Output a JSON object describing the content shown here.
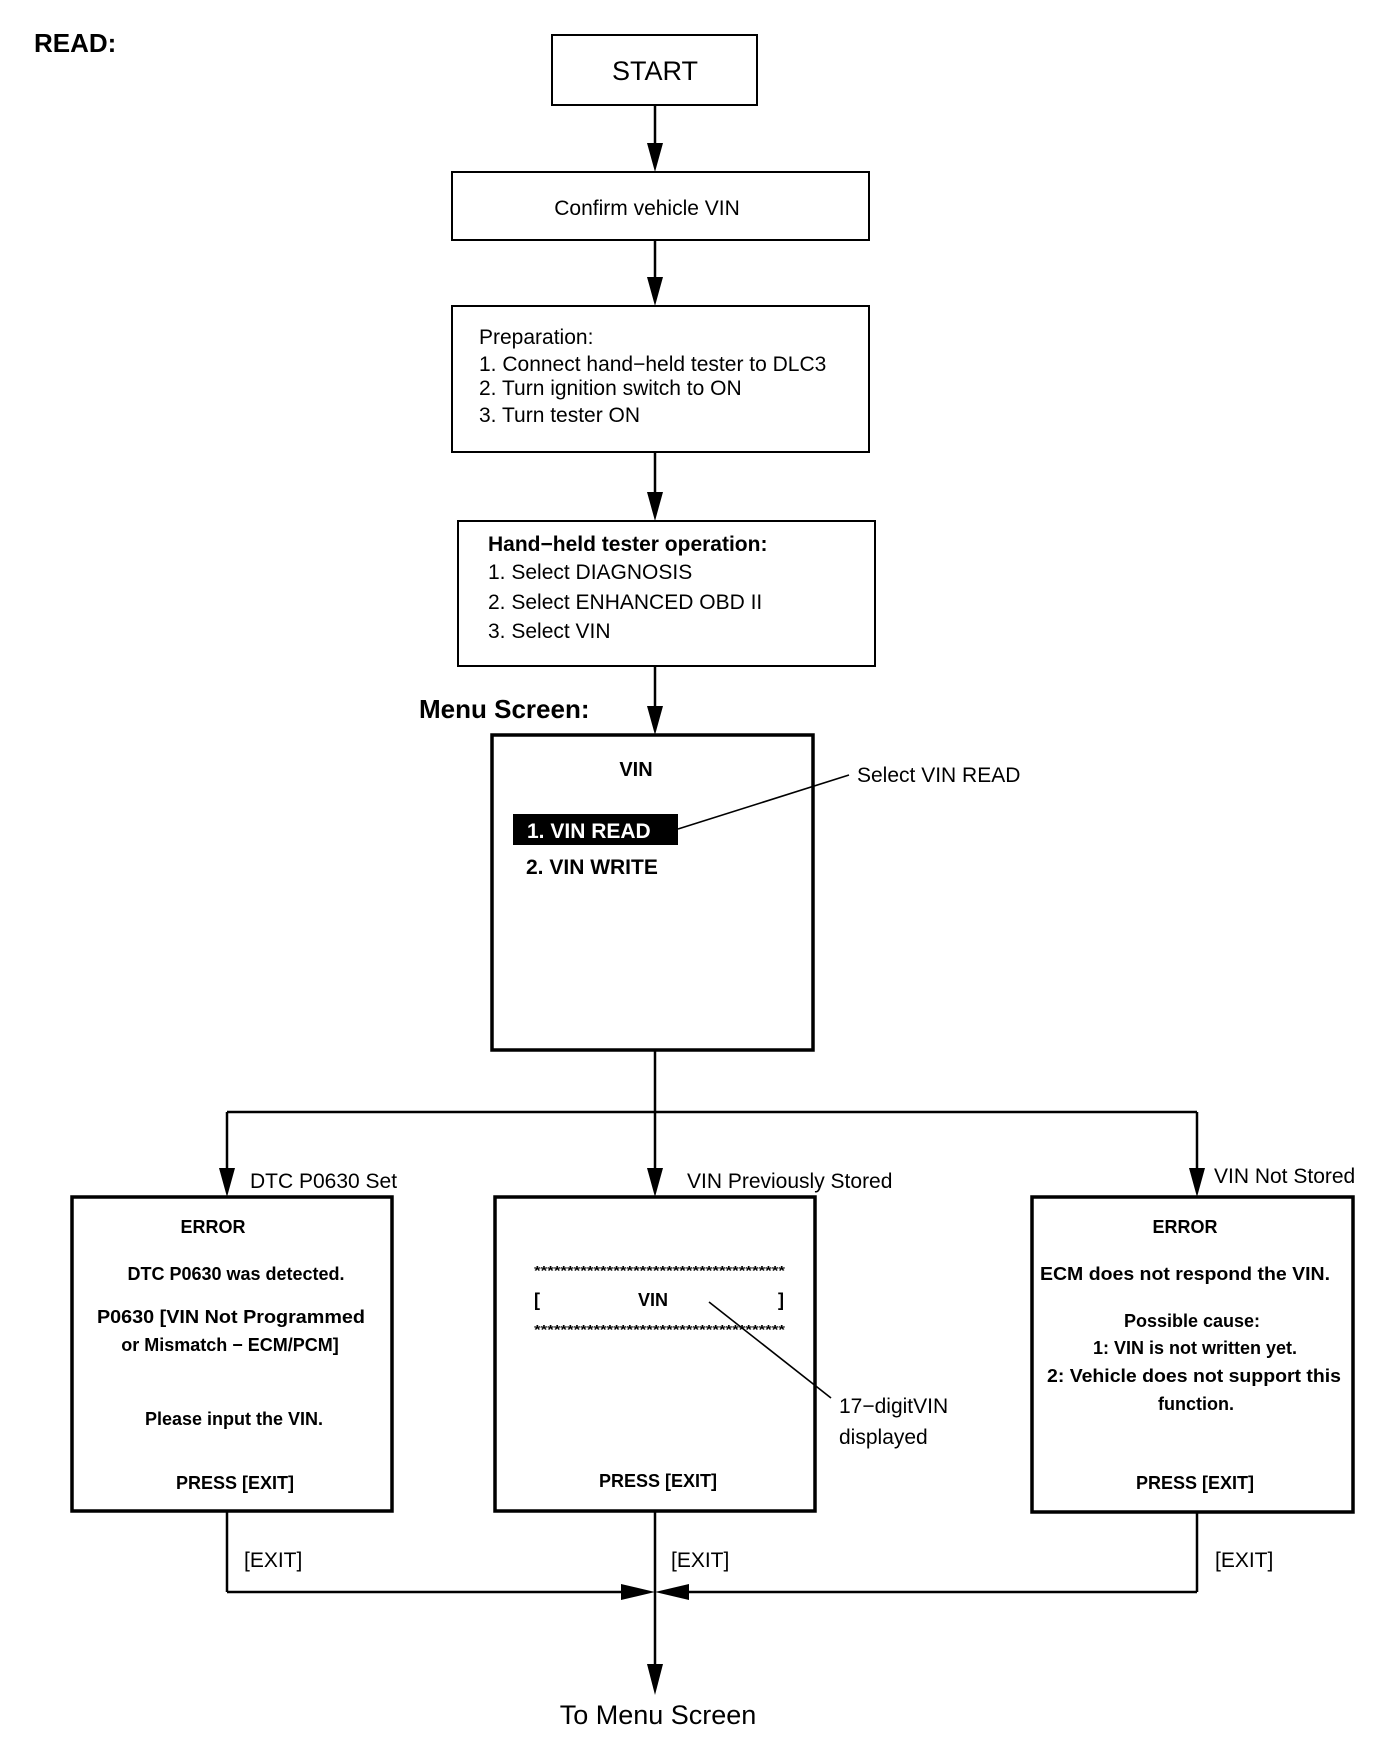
{
  "page_label": "READ:",
  "menu_screen_label": "Menu Screen:",
  "colors": {
    "ink": "#000000",
    "background": "#ffffff",
    "highlight_text": "#ffffff"
  },
  "steps": {
    "start": "START",
    "confirm": "Confirm vehicle VIN",
    "preparation": [
      "Preparation:",
      "1. Connect hand−held tester to DLC3",
      "2. Turn ignition switch to ON",
      "3. Turn tester ON"
    ],
    "tester_operation": [
      "Hand−held tester operation:",
      "1. Select DIAGNOSIS",
      "2. Select ENHANCED OBD II",
      "3. Select VIN"
    ]
  },
  "menu_screen": {
    "title": "VIN",
    "items": [
      "1. VIN READ",
      "2. VIN WRITE"
    ],
    "selected_index": 0,
    "callout": "Select VIN READ"
  },
  "branches": [
    {
      "condition": "DTC P0630 Set",
      "screen": [
        "ERROR",
        "DTC P0630 was detected.",
        "P0630  [VIN Not Programmed",
        "or Mismatch − ECM/PCM]",
        "Please input the VIN.",
        "PRESS [EXIT]"
      ],
      "exit_label": "[EXIT]"
    },
    {
      "condition": "VIN Previously Stored",
      "screen": {
        "border": "**************************************",
        "open_bracket": "[",
        "label": "VIN",
        "close_bracket": "]",
        "footer": "PRESS [EXIT]"
      },
      "callout": [
        "17−digitVIN",
        "displayed"
      ],
      "exit_label": "[EXIT]"
    },
    {
      "condition": "VIN Not Stored",
      "screen": [
        "ERROR",
        "ECM does not respond the VIN.",
        "Possible cause:",
        "1: VIN is not written yet.",
        "2: Vehicle does not support this",
        "function.",
        "PRESS [EXIT]"
      ],
      "exit_label": "[EXIT]"
    }
  ],
  "end": "To Menu Screen"
}
